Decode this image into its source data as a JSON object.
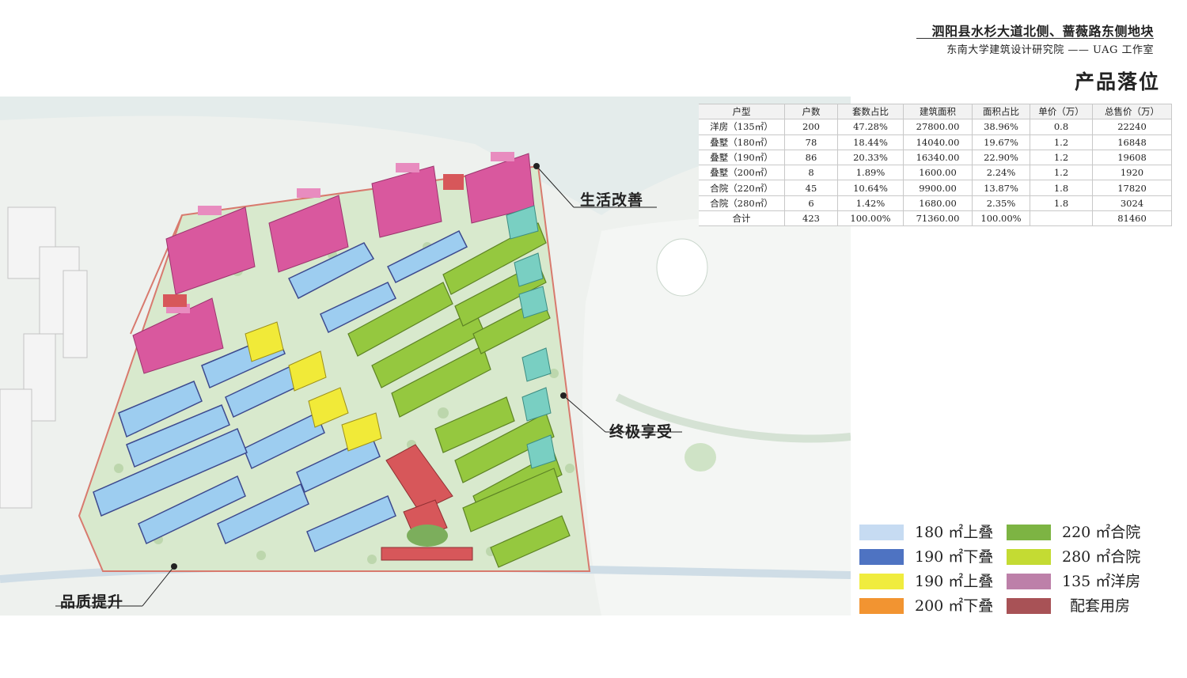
{
  "header": {
    "title": "泗阳县水杉大道北侧、蔷薇路东侧地块",
    "subtitle": "东南大学建筑设计研究院 —— UAG 工作室"
  },
  "page_title": "产品落位",
  "table": {
    "headers": [
      "户型",
      "户数",
      "套数占比",
      "建筑面积",
      "面积占比",
      "单价（万）",
      "总售价（万）"
    ],
    "rows": [
      [
        "洋房（135㎡）",
        "200",
        "47.28%",
        "27800.00",
        "38.96%",
        "0.8",
        "22240"
      ],
      [
        "叠墅（180㎡）",
        "78",
        "18.44%",
        "14040.00",
        "19.67%",
        "1.2",
        "16848"
      ],
      [
        "叠墅（190㎡）",
        "86",
        "20.33%",
        "16340.00",
        "22.90%",
        "1.2",
        "19608"
      ],
      [
        "叠墅（200㎡）",
        "8",
        "1.89%",
        "1600.00",
        "2.24%",
        "1.2",
        "1920"
      ],
      [
        "合院（220㎡）",
        "45",
        "10.64%",
        "9900.00",
        "13.87%",
        "1.8",
        "17820"
      ],
      [
        "合院（280㎡）",
        "6",
        "1.42%",
        "1680.00",
        "2.35%",
        "1.8",
        "3024"
      ],
      [
        "合计",
        "423",
        "100.00%",
        "71360.00",
        "100.00%",
        "",
        "81460"
      ]
    ]
  },
  "callouts": {
    "top": "生活改善",
    "right": "终极享受",
    "bottom": "品质提升"
  },
  "legend": [
    {
      "label": "180 ㎡上叠",
      "color": "#c6dbf2"
    },
    {
      "label": "220 ㎡合院",
      "color": "#7db443"
    },
    {
      "label": "190 ㎡下叠",
      "color": "#4e73c2"
    },
    {
      "label": "280 ㎡合院",
      "color": "#c4db33"
    },
    {
      "label": "190 ㎡上叠",
      "color": "#f0ec3e"
    },
    {
      "label": "135 ㎡洋房",
      "color": "#bd80a9"
    },
    {
      "label": "200 ㎡下叠",
      "color": "#f29431"
    },
    {
      "label": "配套用房",
      "color": "#a85256"
    }
  ],
  "colors": {
    "townhouse_blue": "#9dcdf0",
    "townhouse_dark": "#3d4a8e",
    "villa_green": "#95c83f",
    "villa_teal": "#79cfc2",
    "yellow_unit": "#f1ea38",
    "tower_magenta": "#d9589e",
    "amenity_red": "#d7575a",
    "site_green": "#dbebd2",
    "water": "#e8efee"
  }
}
